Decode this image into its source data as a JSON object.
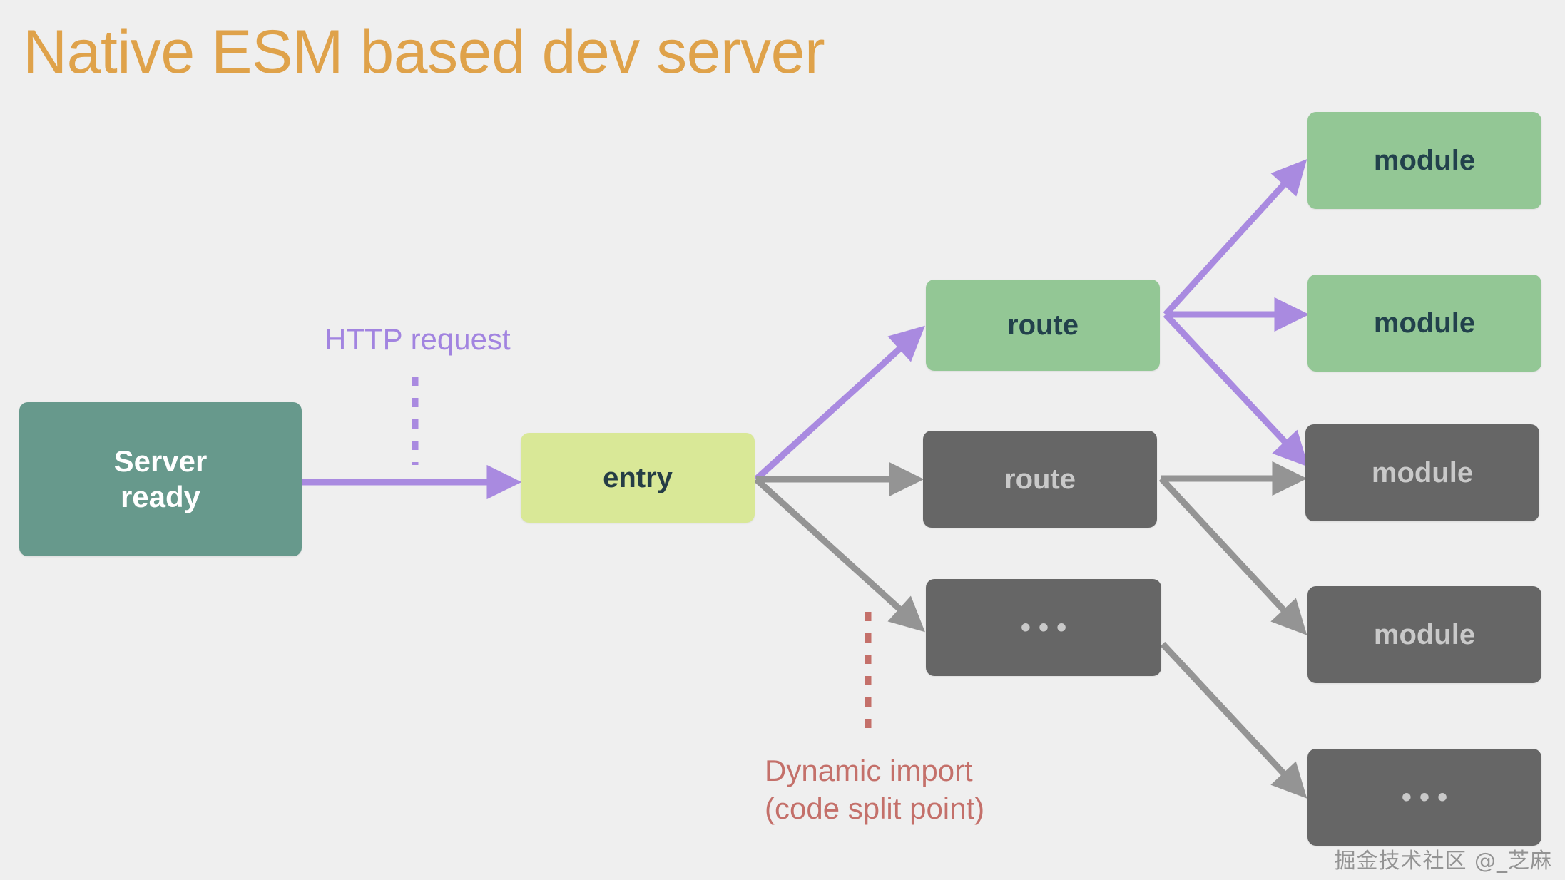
{
  "slide": {
    "title": "Native ESM based dev server",
    "background_color": "#efefef",
    "title_color": "#dfa24a"
  },
  "colors": {
    "purple_arrow": "#a98ae0",
    "gray_arrow": "#949494",
    "teal_box": "#67998c",
    "lime_box": "#d9e897",
    "green_box": "#93c795",
    "dark_box": "#666666",
    "dynamic_import_red": "#c4706a",
    "http_purple": "#a284e0"
  },
  "nodes": {
    "server_ready": "Server\nready",
    "entry": "entry",
    "route_green": "route",
    "route_dark": "route",
    "dots_middle": "• • •",
    "module_1": "module",
    "module_2": "module",
    "module_3": "module",
    "module_4": "module",
    "dots_bottom": "• • •"
  },
  "annotations": {
    "http_request": "HTTP request",
    "dynamic_import": "Dynamic import\n(code split point)"
  },
  "watermark": "掘金技术社区 @_芝麻"
}
